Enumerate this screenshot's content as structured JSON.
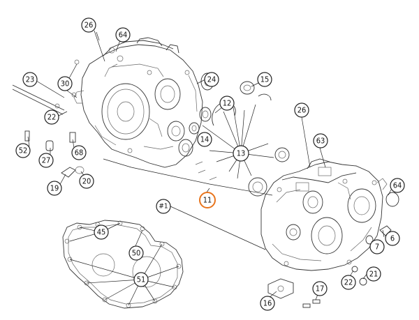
{
  "callouts": [
    {
      "id": "c26a",
      "label": "26"
    },
    {
      "id": "c64a",
      "label": "64"
    },
    {
      "id": "c23",
      "label": "23"
    },
    {
      "id": "c30",
      "label": "30"
    },
    {
      "id": "c24",
      "label": "24"
    },
    {
      "id": "c15",
      "label": "15"
    },
    {
      "id": "c12",
      "label": "12"
    },
    {
      "id": "c22a",
      "label": "22"
    },
    {
      "id": "c14",
      "label": "14"
    },
    {
      "id": "c13",
      "label": "13"
    },
    {
      "id": "c26b",
      "label": "26"
    },
    {
      "id": "c63",
      "label": "63"
    },
    {
      "id": "c52",
      "label": "52"
    },
    {
      "id": "c68",
      "label": "68"
    },
    {
      "id": "c27",
      "label": "27"
    },
    {
      "id": "c19",
      "label": "19"
    },
    {
      "id": "c20",
      "label": "20"
    },
    {
      "id": "c64b",
      "label": "64"
    },
    {
      "id": "c11",
      "label": "11",
      "highlighted": true
    },
    {
      "id": "c1",
      "label": "#1"
    },
    {
      "id": "c45",
      "label": "45"
    },
    {
      "id": "c50",
      "label": "50"
    },
    {
      "id": "c6",
      "label": "6"
    },
    {
      "id": "c7",
      "label": "7"
    },
    {
      "id": "c51",
      "label": "51"
    },
    {
      "id": "c21",
      "label": "21"
    },
    {
      "id": "c22b",
      "label": "22"
    },
    {
      "id": "c17",
      "label": "17"
    },
    {
      "id": "c16",
      "label": "16"
    }
  ],
  "colors": {
    "highlight": "#e8741c",
    "line": "#222222"
  }
}
